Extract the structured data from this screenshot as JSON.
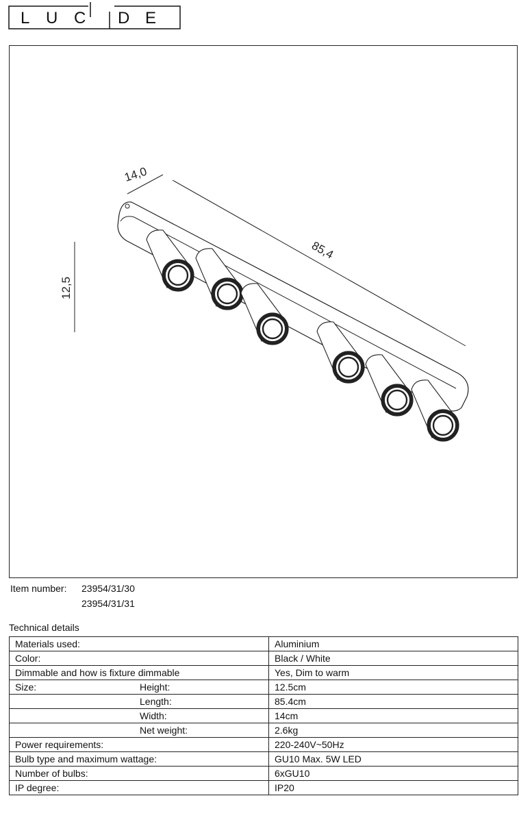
{
  "brand": {
    "letters": [
      "L",
      "U",
      "C",
      "I",
      "D",
      "E"
    ]
  },
  "drawing": {
    "dim_width": "14,0",
    "dim_length": "85,4",
    "dim_height": "12,5"
  },
  "item": {
    "label": "Item number:",
    "numbers": [
      "23954/31/30",
      "23954/31/31"
    ]
  },
  "technical": {
    "title": "Technical details",
    "rows": [
      {
        "label": "Materials used:",
        "sub": "",
        "value": "Aluminium"
      },
      {
        "label": "Color:",
        "sub": "",
        "value": "Black / White"
      },
      {
        "label": "Dimmable and how is fixture dimmable",
        "sub": "",
        "value": "Yes, Dim to warm"
      },
      {
        "label": "Size:",
        "sub": "Height:",
        "value": "12.5cm"
      },
      {
        "label": "",
        "sub": "Length:",
        "value": "85.4cm"
      },
      {
        "label": "",
        "sub": "Width:",
        "value": "14cm"
      },
      {
        "label": "",
        "sub": "Net weight:",
        "value": "2.6kg"
      },
      {
        "label": "Power requirements:",
        "sub": "",
        "value": "220-240V~50Hz"
      },
      {
        "label": "Bulb type and maximum wattage:",
        "sub": "",
        "value": "GU10 Max. 5W LED"
      },
      {
        "label": "Number of bulbs:",
        "sub": "",
        "value": "6xGU10"
      },
      {
        "label": "IP degree:",
        "sub": "",
        "value": "IP20"
      }
    ]
  }
}
